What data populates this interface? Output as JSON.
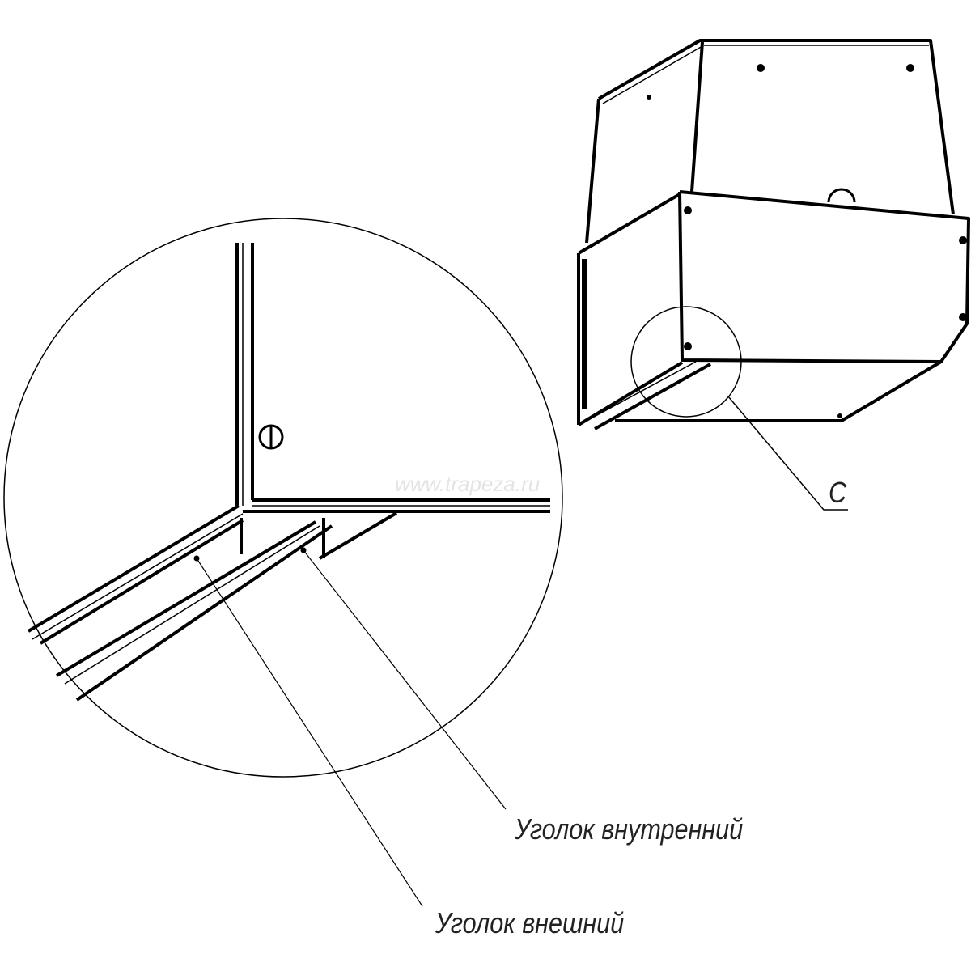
{
  "labels": {
    "detail_marker": "C",
    "inner_corner": "Уголок внутренний",
    "outer_corner": "Уголок внешний"
  },
  "watermark": "www.trapeza.ru"
}
